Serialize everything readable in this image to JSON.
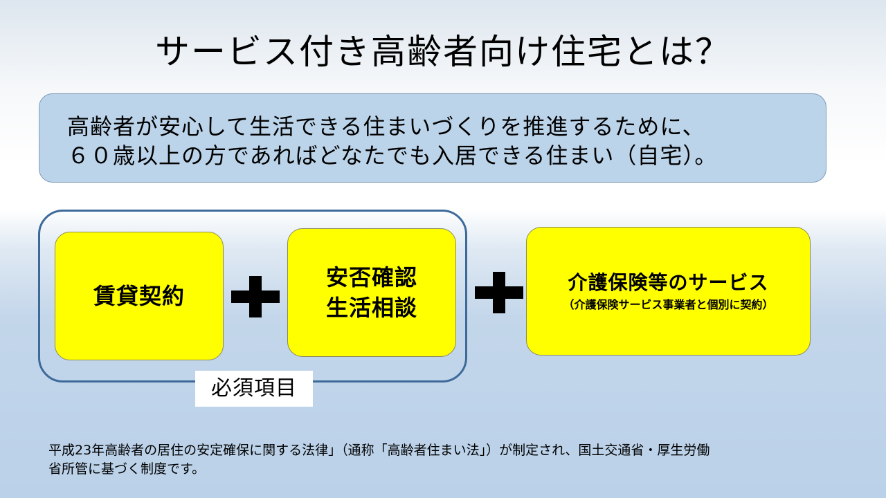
{
  "slide": {
    "title": "サービス付き高齢者向け住宅とは？",
    "intro_lines": [
      "高齢者が安心して生活できる住まいづくりを推進するために、",
      "６０歳以上の方であればどなたでも入居できる住まい（自宅）。"
    ],
    "boxes": {
      "lease": "賃貸契約",
      "safety_line1": "安否確認",
      "safety_line2": "生活相談",
      "care_main": "介護保険等のサービス",
      "care_note": "（介護保険サービス事業者と個別に契約）"
    },
    "required_label": "必須項目",
    "footnote_lines": [
      "平成23年高齢者の居住の安定確保に関する法律」（通称「高齢者住まい法」）が制定され、国土交通省・厚生労働",
      "省所管に基づく制度です。"
    ],
    "colors": {
      "highlight_box": "#ffff00",
      "intro_box": "#bcd4ea",
      "required_frame": "#3d6a99"
    }
  }
}
